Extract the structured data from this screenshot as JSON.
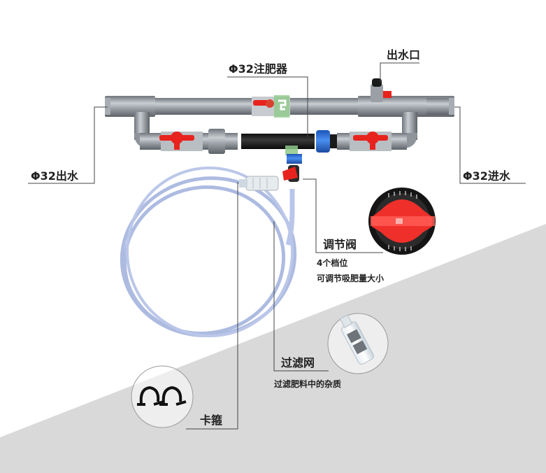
{
  "diagram": {
    "type": "product-component-diagram",
    "subject": "Venturi fertilizer injector assembly",
    "colors": {
      "background": "#ffffff",
      "background_band": "#d9d9d9",
      "pipe_gray": "#8e949a",
      "valve_red": "#e8231e",
      "injector_black": "#1c1c1c",
      "union_blue": "#2a6fd6",
      "hose_blue": "#a9b8e0",
      "leader_line": "#444444"
    },
    "labels": {
      "injector": "Φ32注肥器",
      "outlet_port": "出水口",
      "water_out": "Φ32出水",
      "water_in": "Φ32进水",
      "regulating_valve": "调节阀",
      "regulating_valve_note1": "4个档位",
      "regulating_valve_note2": "可调节吸肥量大小",
      "filter": "过滤网",
      "filter_note": "过滤肥料中的杂质",
      "clamp": "卡箍"
    },
    "regulating_valve_positions": 4
  }
}
